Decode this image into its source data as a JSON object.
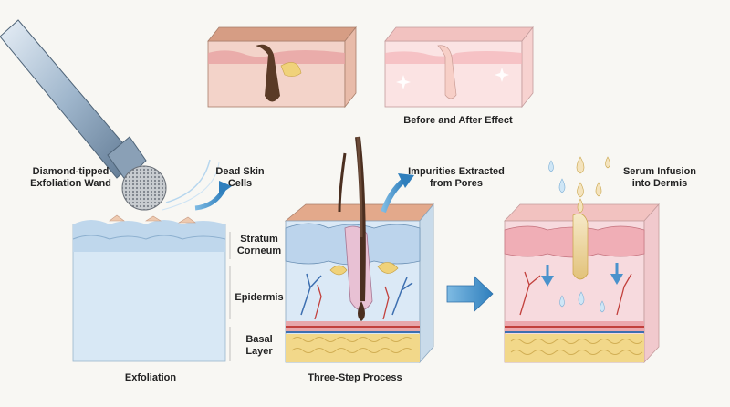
{
  "labels": {
    "before_after": "Before and After Effect",
    "wand": "Diamond-tipped Exfoliation Wand",
    "dead_skin": "Dead Skin Cells",
    "impurities": "Impurities Extracted from Pores",
    "serum": "Serum Infusion into Dermis",
    "stratum": "Stratum Corneum",
    "epidermis": "Epidermis",
    "basal": "Basal Layer",
    "exfoliation": "Exfoliation",
    "three_step": "Three-Step Process"
  },
  "colors": {
    "skin_top": "#d9a487",
    "stratum": "#b9d3ea",
    "dermis_blue": "#cfe2f3",
    "dermis_pink": "#f6d4d8",
    "fat": "#f2d88a",
    "arrow": "#3d8fc9",
    "vessel_red": "#c2403c"
  }
}
